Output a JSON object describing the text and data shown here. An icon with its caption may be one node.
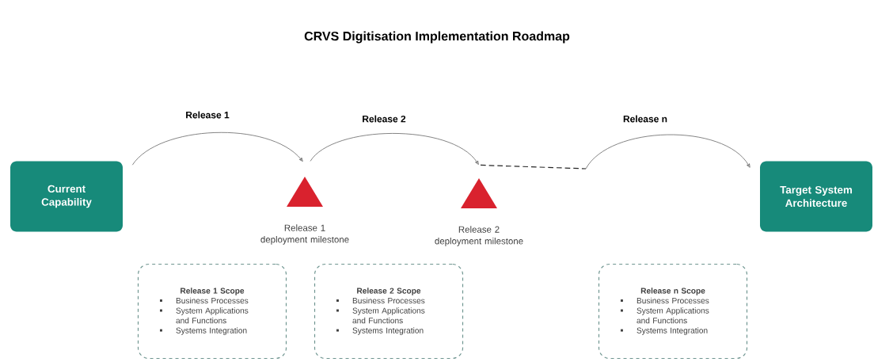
{
  "diagram": {
    "title": "CRVS Digitisation Implementation Roadmap",
    "nodes": [
      {
        "text": [
          "Current Capability"
        ]
      },
      {
        "text": [],
        "shape": "triangle",
        "beside": [
          "Release 1 deployment milestone"
        ]
      },
      {
        "text": [],
        "shape": "triangle",
        "beside": [
          "Release 2 deployment milestone"
        ]
      },
      {
        "text": [
          "Target System Architecture"
        ]
      },
      {
        "text": [
          "Release 1 Scope",
          "Business Processes",
          "System Applications and Functions",
          "Systems Integration"
        ]
      },
      {
        "text": [
          "Release 2 Scope",
          "Business Processes",
          "System Applications and Functions",
          "Systems Integration"
        ]
      },
      {
        "text": [
          "Release n Scope",
          "Business Processes",
          "System Applications and Functions",
          "Systems Integration"
        ]
      }
    ],
    "edges": [
      {
        "from": 0,
        "to": 1,
        "arrow": "to",
        "label": "Release 1"
      },
      {
        "from": 1,
        "to": 2,
        "arrow": "to",
        "label": "Release 2"
      },
      {
        "from": 2,
        "to": 3,
        "arrow": "to",
        "label": "Release n"
      }
    ]
  }
}
